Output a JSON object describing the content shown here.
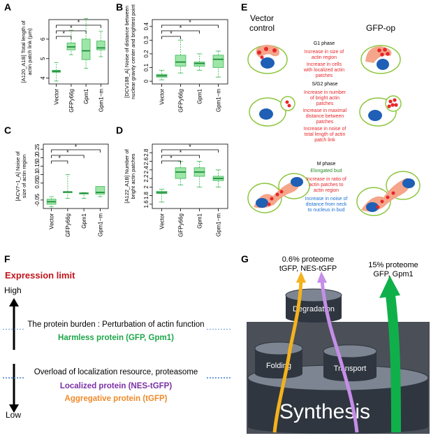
{
  "panel_letters": {
    "A": "A",
    "B": "B",
    "C": "C",
    "D": "D",
    "E": "E",
    "F": "F",
    "G": "G"
  },
  "chart_data": [
    {
      "type": "boxplot",
      "panel": "A",
      "ylabel_line1": "[A120_A1B] Total length of",
      "ylabel_line2": "actin patch link (µm)",
      "categories": [
        "Vector",
        "GFPy66g",
        "Gpm1",
        "Gpm1−m"
      ],
      "ylim": [
        3.7,
        7.0
      ],
      "yticks": [
        4,
        5,
        6
      ],
      "boxes": [
        {
          "min": 3.85,
          "q1": 4.3,
          "median": 4.35,
          "q3": 4.4,
          "max": 4.8
        },
        {
          "min": 5.2,
          "q1": 5.45,
          "median": 5.6,
          "q3": 5.8,
          "max": 6.45
        },
        {
          "min": 4.5,
          "q1": 4.95,
          "median": 5.4,
          "q3": 6.0,
          "max": 7.05
        },
        {
          "min": 5.1,
          "q1": 5.45,
          "median": 5.55,
          "q3": 5.9,
          "max": 6.4
        }
      ],
      "significance": [
        "*",
        "*",
        "*"
      ]
    },
    {
      "type": "boxplot",
      "panel": "B",
      "ylabel_line1": "[DCV188_A] Noise of distance between",
      "ylabel_line2": "nuclear gravity center and brightest point",
      "categories": [
        "Vector",
        "GFPy66g",
        "Gpm1",
        "Gpm1−m"
      ],
      "ylim": [
        -0.02,
        0.45
      ],
      "yticks": [
        0.0,
        0.1,
        0.2,
        0.3,
        0.4
      ],
      "boxes": [
        {
          "min": 0.01,
          "q1": 0.03,
          "median": 0.04,
          "q3": 0.05,
          "max": 0.08
        },
        {
          "min": 0.06,
          "q1": 0.11,
          "median": 0.14,
          "q3": 0.19,
          "max": 0.3
        },
        {
          "min": 0.08,
          "q1": 0.11,
          "median": 0.13,
          "q3": 0.14,
          "max": 0.2
        },
        {
          "min": 0.03,
          "q1": 0.1,
          "median": 0.16,
          "q3": 0.19,
          "max": 0.22
        }
      ],
      "significance": [
        "*",
        "*",
        "*"
      ]
    },
    {
      "type": "boxplot",
      "panel": "C",
      "ylabel_line1": "[ACV7−1_A] Noise of",
      "ylabel_line2": "size of actin region",
      "categories": [
        "Vector",
        "GFPy66g",
        "Gpm1",
        "Gpm1−m"
      ],
      "ylim": [
        -0.1,
        0.28
      ],
      "yticks": [
        -0.05,
        0.05,
        0.1,
        0.15,
        0.2,
        0.25
      ],
      "boxes": [
        {
          "min": -0.09,
          "q1": -0.075,
          "median": -0.06,
          "q3": -0.045,
          "max": -0.03
        },
        {
          "min": -0.04,
          "q1": -0.002,
          "median": -0.002,
          "q3": -0.001,
          "max": 0.1
        },
        {
          "min": -0.04,
          "q1": -0.012,
          "median": -0.01,
          "q3": -0.008,
          "max": -0.006
        },
        {
          "min": -0.03,
          "q1": -0.015,
          "median": -0.005,
          "q3": 0.03,
          "max": 0.03
        }
      ],
      "significance": [
        "*",
        "*",
        "*"
      ]
    },
    {
      "type": "boxplot",
      "panel": "D",
      "ylabel_line1": "[A122_A1B] Number of",
      "ylabel_line2": "bright actin patches",
      "categories": [
        "Vector",
        "GFPy66g",
        "Gpm1",
        "Gpm1−m"
      ],
      "ylim": [
        1.5,
        3.0
      ],
      "yticks": [
        1.6,
        1.8,
        2.0,
        2.2,
        2.4,
        2.6,
        2.8
      ],
      "boxes": [
        {
          "min": 1.65,
          "q1": 1.85,
          "median": 1.87,
          "q3": 1.9,
          "max": 1.95
        },
        {
          "min": 2.05,
          "q1": 2.2,
          "median": 2.35,
          "q3": 2.45,
          "max": 2.6
        },
        {
          "min": 2.0,
          "q1": 2.25,
          "median": 2.35,
          "q3": 2.45,
          "max": 2.6
        },
        {
          "min": 2.0,
          "q1": 2.15,
          "median": 2.2,
          "q3": 2.25,
          "max": 2.4
        }
      ],
      "significance": [
        "*",
        "*",
        "*"
      ]
    }
  ],
  "panel_e": {
    "header_left_line1": "Vector",
    "header_left_line2": "control",
    "header_right": "GFP-op",
    "g1": {
      "phase": "G1 phase",
      "line1": "Increase in size of",
      "line2": "actin region",
      "line3": "Increase in cells",
      "line4": "with localized actin",
      "line5": "patches"
    },
    "sg2": {
      "phase": "S/G2 phase",
      "l1": "Increase in number",
      "l2": "of bright actin",
      "l3": "patches",
      "l4": "Increase in maximal",
      "l5": "distance between",
      "l6": "patches",
      "l7": "Increase in noise of",
      "l8": "total length of actin",
      "l9": "patch link"
    },
    "m": {
      "phase": "M phase",
      "green": "Elongated bud",
      "r1": "Increase in ratio of",
      "r2": "actin patches to",
      "r3": "actin region",
      "b1": "Increase in noise of",
      "b2": "distance from neck",
      "b3": "to nucleus in bud"
    },
    "colors": {
      "red": "#e8262a",
      "green": "#2a8a2a",
      "blue": "#1a6fd1",
      "cell_border": "#8ec63f",
      "nucleus": "#1f5fb5",
      "actin": "#f4a58a"
    }
  },
  "panel_f": {
    "expression_limit": "Expression limit",
    "high": "High",
    "low": "Low",
    "burden": "The protein burden : Perturbation of actin function",
    "harmless": "Harmless protein (GFP, Gpm1)",
    "overload": "Overload of  localization resource, proteasome",
    "localized": "Localized protein (NES-tGFP)",
    "aggregative": "Aggregative protein (tGFP)",
    "colors": {
      "limit": "#c0141c",
      "harmless": "#1ea64a",
      "localized": "#7b2fa6",
      "aggregative": "#f08a2a"
    }
  },
  "panel_g": {
    "left_line1": "0.6% proteome",
    "left_line2": "tGFP, NES-tGFP",
    "right_line1": "15% proteome",
    "right_line2": "GFP, Gpm1",
    "degradation": "Degradation",
    "folding": "Folding",
    "transport": "Transport",
    "synthesis": "Synthesis",
    "colors": {
      "orange": "#f5b21c",
      "purple": "#c58ee8",
      "green": "#0fb04a",
      "cylinder": "#2f3640"
    }
  }
}
